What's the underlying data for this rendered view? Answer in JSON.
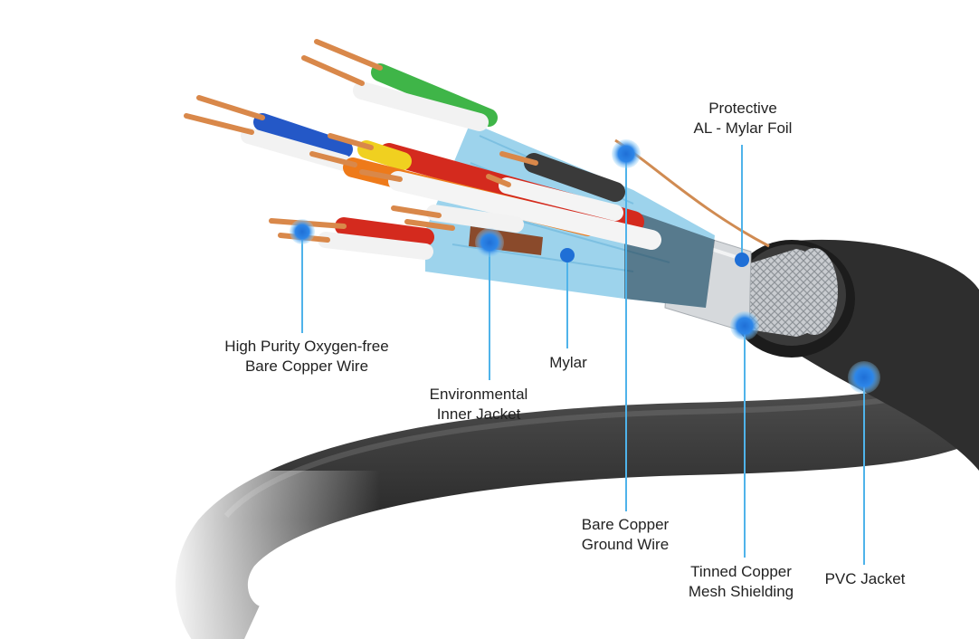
{
  "colors": {
    "leader": "#4fb3ea",
    "dot": "#1f6fd6",
    "jacket": "#2a2a2a",
    "copper": "#d9884a",
    "mylar": "#9fd6ee",
    "foil": "#d7dadd",
    "mesh": "#cfd2d6"
  },
  "labels": {
    "copper_wire": {
      "line1": "High Purity Oxygen-free",
      "line2": "Bare Copper Wire"
    },
    "inner_jacket": {
      "line1": "Environmental",
      "line2": "Inner Jacket"
    },
    "mylar": {
      "line1": "Mylar"
    },
    "ground_wire": {
      "line1": "Bare Copper",
      "line2": "Ground Wire"
    },
    "foil": {
      "line1": "Protective",
      "line2": "AL - Mylar Foil"
    },
    "mesh": {
      "line1": "Tinned Copper",
      "line2": "Mesh Shielding"
    },
    "pvc": {
      "line1": "PVC Jacket"
    }
  }
}
